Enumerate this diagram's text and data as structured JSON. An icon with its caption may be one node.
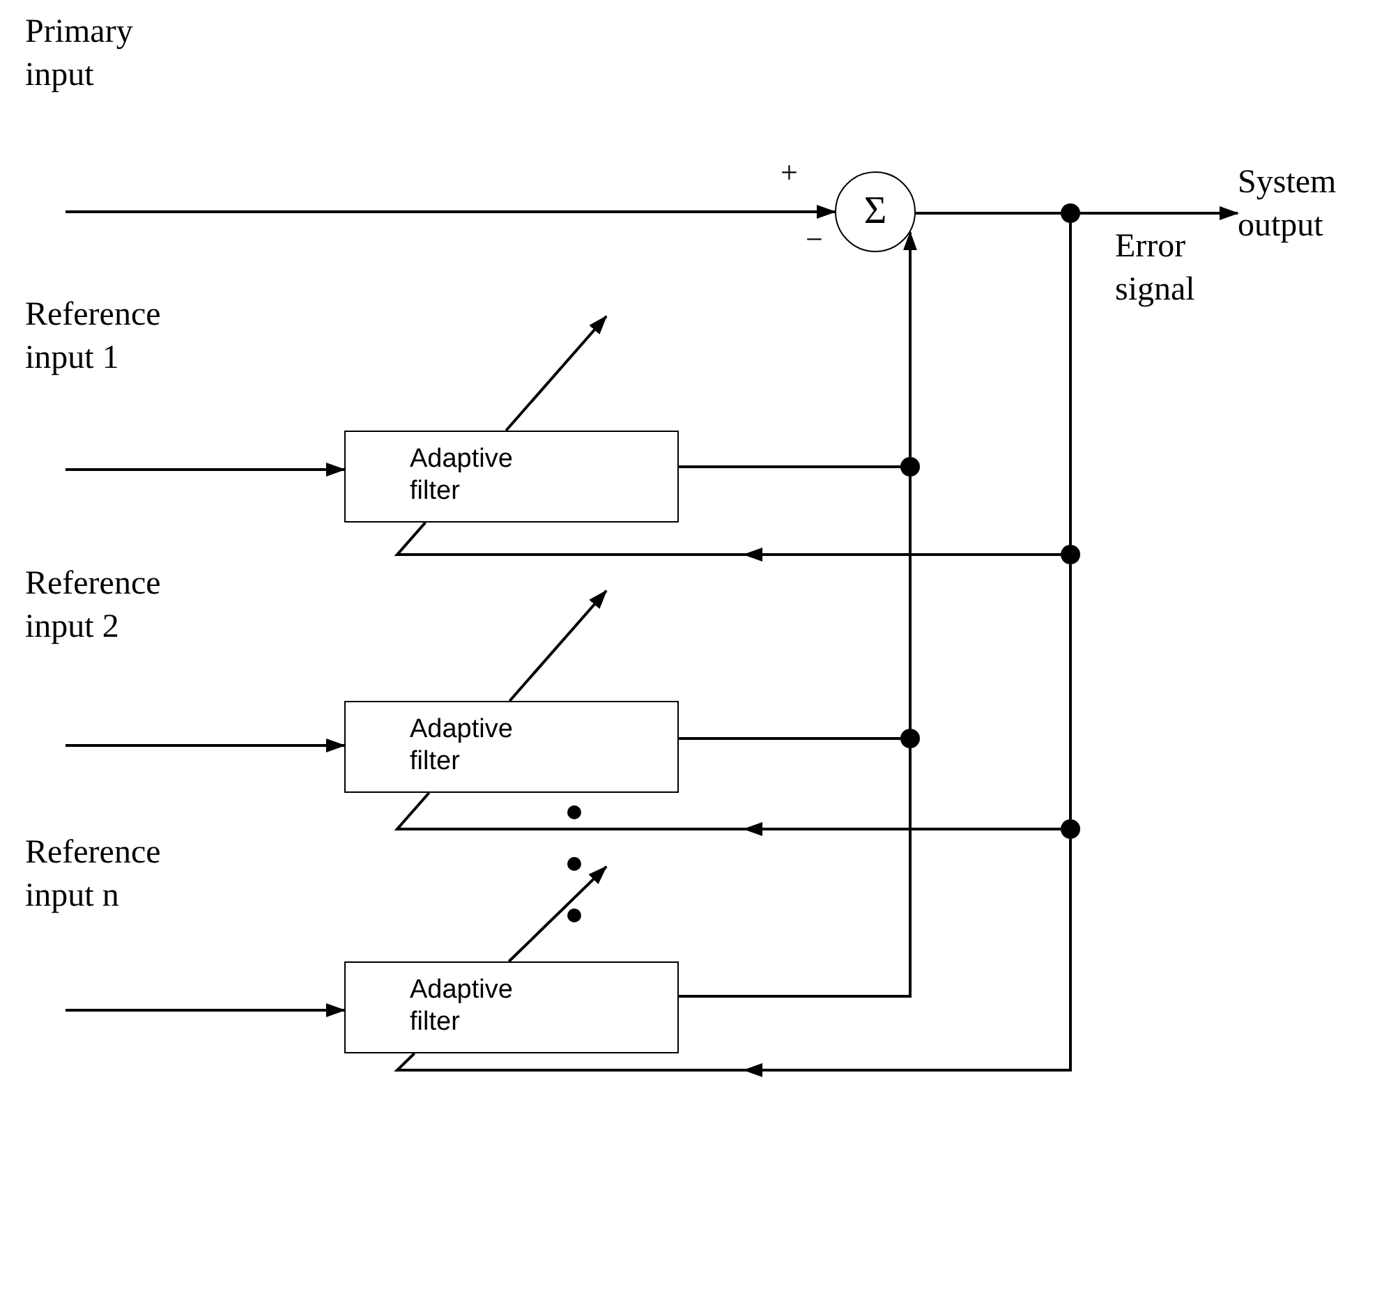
{
  "diagram": {
    "nodes": [
      {
        "text": [
          "Σ"
        ],
        "beside": [
          "+",
          "−"
        ]
      },
      {
        "text": [
          "Adaptive filter"
        ]
      },
      {
        "text": [
          "Adaptive filter"
        ]
      },
      {
        "text": [
          "Adaptive filter"
        ]
      },
      {
        "text": [],
        "shape": "circle"
      },
      {
        "text": [],
        "shape": "circle"
      },
      {
        "text": [],
        "shape": "circle"
      },
      {
        "text": [],
        "shape": "circle"
      },
      {
        "text": [],
        "shape": "circle"
      },
      {
        "text": [
          "System output"
        ]
      }
    ],
    "edges": [
      {
        "from": null,
        "to": 0,
        "arrow": "to"
      },
      {
        "from": null,
        "to": 1,
        "arrow": "to"
      },
      {
        "from": null,
        "to": 2,
        "arrow": "to"
      },
      {
        "from": null,
        "to": 3,
        "arrow": "to"
      },
      {
        "from": 0,
        "to": 4,
        "arrow": "none"
      },
      {
        "from": 4,
        "to": 9,
        "arrow": "to"
      },
      {
        "from": 4,
        "to": 7,
        "arrow": "none"
      },
      {
        "from": 7,
        "to": 8,
        "arrow": "none"
      },
      {
        "from": 7,
        "to": 1,
        "arrow": "to"
      },
      {
        "from": 8,
        "to": 2,
        "arrow": "to"
      },
      {
        "from": 8,
        "to": 3,
        "arrow": "to"
      },
      {
        "from": 1,
        "to": 5,
        "arrow": "none"
      },
      {
        "from": 2,
        "to": 6,
        "arrow": "none"
      },
      {
        "from": 3,
        "to": 6,
        "arrow": "none"
      },
      {
        "from": 6,
        "to": 5,
        "arrow": "none"
      },
      {
        "from": 5,
        "to": 0,
        "arrow": "to"
      }
    ],
    "labels": [
      "Primary input",
      "Reference input 1",
      "Error signal",
      "Reference input 2",
      "Reference input n"
    ]
  }
}
